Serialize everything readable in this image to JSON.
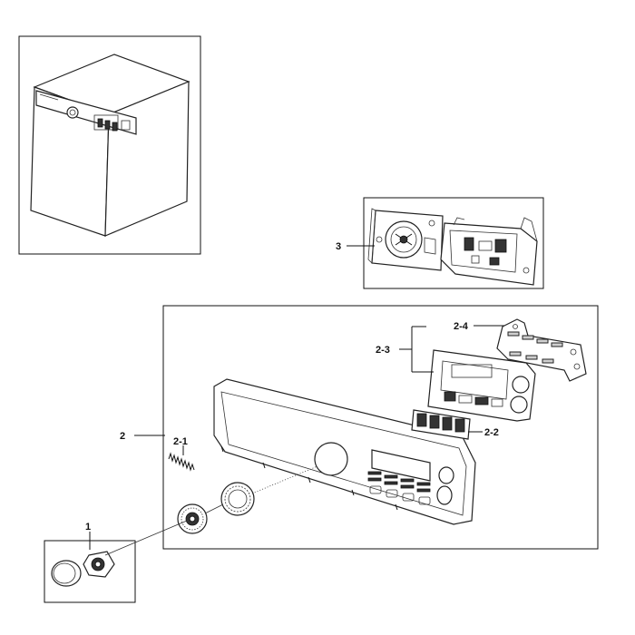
{
  "callouts": {
    "c1": "1",
    "c2": "2",
    "c2_1": "2-1",
    "c2_2": "2-2",
    "c2_3": "2-3",
    "c2_4": "2-4",
    "c3": "3"
  },
  "colors": {
    "line": "#111111",
    "fill": "#ffffff",
    "shade": "#cfcfcf"
  }
}
